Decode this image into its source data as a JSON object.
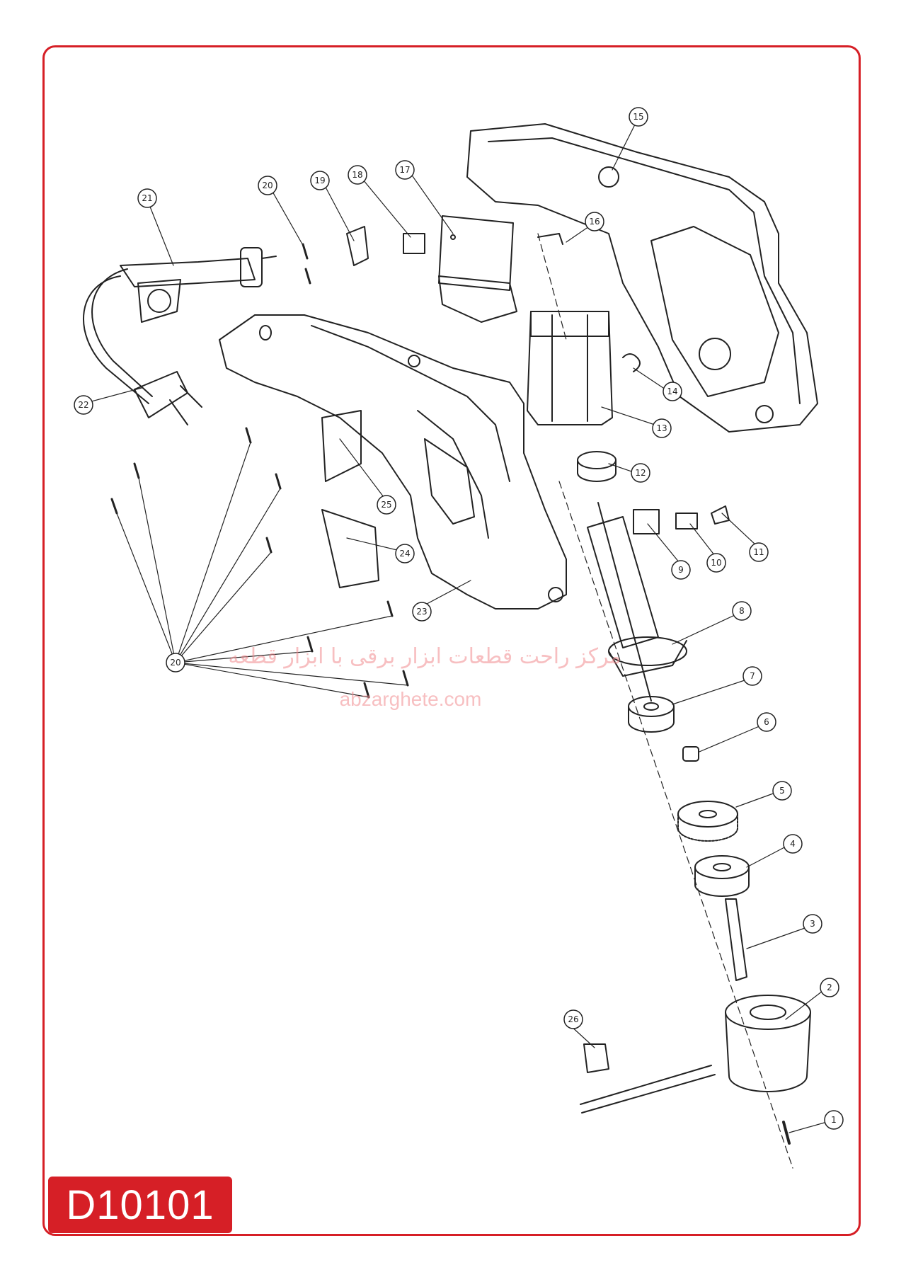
{
  "colors": {
    "brand": "#d61f26",
    "line": "#222222",
    "watermark": "#f28b8f"
  },
  "diagram": {
    "model_code": "D10101",
    "watermark_text": "مرکز راحت قطعات ابزار برقی با ابزار قطعه",
    "watermark_url": "abzarghete.com",
    "callouts": [
      "1",
      "2",
      "3",
      "4",
      "5",
      "6",
      "7",
      "8",
      "9",
      "10",
      "11",
      "12",
      "13",
      "14",
      "15",
      "16",
      "17",
      "18",
      "19",
      "20",
      "21",
      "22",
      "23",
      "24",
      "25",
      "26"
    ]
  }
}
